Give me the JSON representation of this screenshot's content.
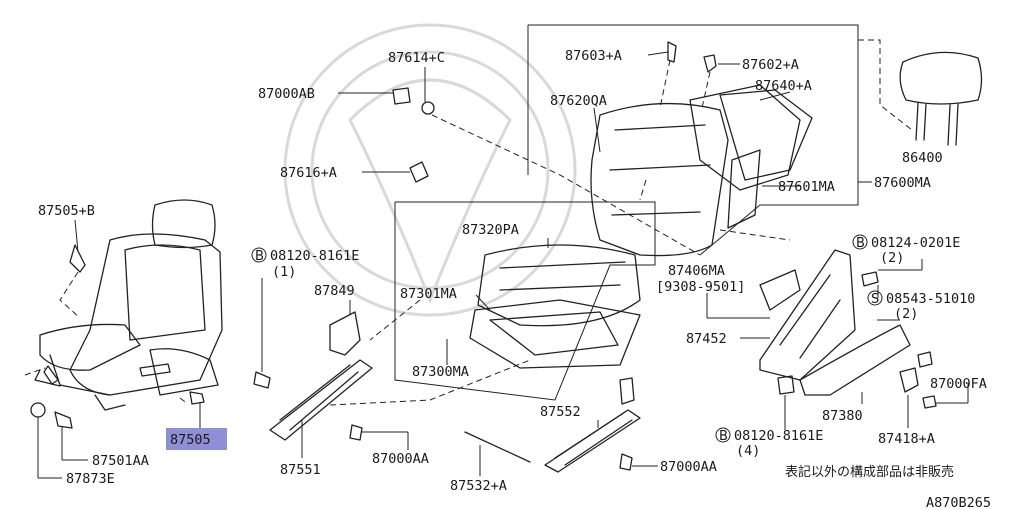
{
  "diagram_id": "A870B265",
  "footnote": "表記以外の構成部品は非販売",
  "highlight_color": "#8f8fd6",
  "selected_part": "87505",
  "labels": {
    "p87000AB": "87000AB",
    "p87614C": "87614+C",
    "p87616A": "87616+A",
    "p87603A": "87603+A",
    "p87602A": "87602+A",
    "p87620QA": "87620QA",
    "p87640A": "87640+A",
    "p86400": "86400",
    "p87601MA": "87601MA",
    "p87600MA": "87600MA",
    "p87505B": "87505+B",
    "p08120_1": "08120-8161E",
    "p08120_1q": "(1)",
    "p87849": "87849",
    "p87320PA": "87320PA",
    "p87301MA": "87301MA",
    "p87300MA": "87300MA",
    "p87406MA": "87406MA",
    "p87406range": "[9308-9501]",
    "p08124": "08124-0201E",
    "p08124q": "(2)",
    "p08543": "08543-51010",
    "p08543q": "(2)",
    "p87452": "87452",
    "p87000FA": "87000FA",
    "p87380": "87380",
    "p87418A": "87418+A",
    "p87552": "87552",
    "p08120_2": "08120-8161E",
    "p08120_2q": "(4)",
    "p87000AA_1": "87000AA",
    "p87000AA_2": "87000AA",
    "p87551": "87551",
    "p87532A": "87532+A",
    "p87505": "87505",
    "p87501AA": "87501AA",
    "p87873E": "87873E"
  },
  "symbols": {
    "b": "B",
    "s": "S"
  }
}
